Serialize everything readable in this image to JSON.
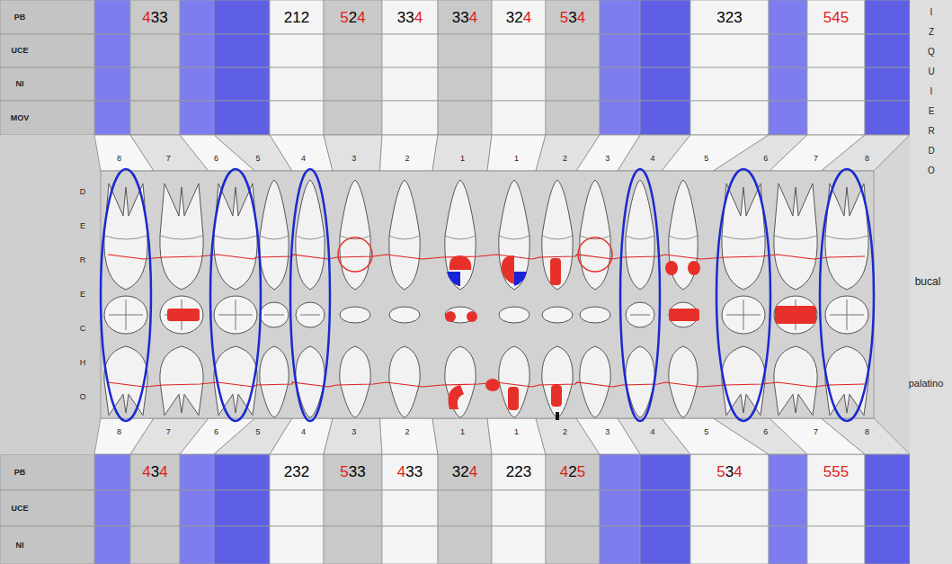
{
  "diagram": {
    "labels": [
      "PB",
      "UCE",
      "NI",
      "MOV",
      "433",
      "212",
      "524",
      "334",
      "334",
      "324",
      "534",
      "323",
      "545",
      "8",
      "7",
      "6",
      "5",
      "4",
      "3",
      "2",
      "1",
      "1",
      "2",
      "3",
      "4",
      "5",
      "6",
      "7",
      "8",
      "D",
      "E",
      "R",
      "E",
      "C",
      "H",
      "O",
      "I",
      "Z",
      "Q",
      "U",
      "I",
      "E",
      "R",
      "D",
      "O",
      "bucal",
      "palatino",
      "8",
      "7",
      "6",
      "5",
      "4",
      "3",
      "2",
      "1",
      "1",
      "2",
      "3",
      "4",
      "5",
      "6",
      "7",
      "8",
      "434",
      "232",
      "533",
      "433",
      "324",
      "223",
      "425",
      "534",
      "555",
      "PB",
      "UCE",
      "NI"
    ]
  }
}
